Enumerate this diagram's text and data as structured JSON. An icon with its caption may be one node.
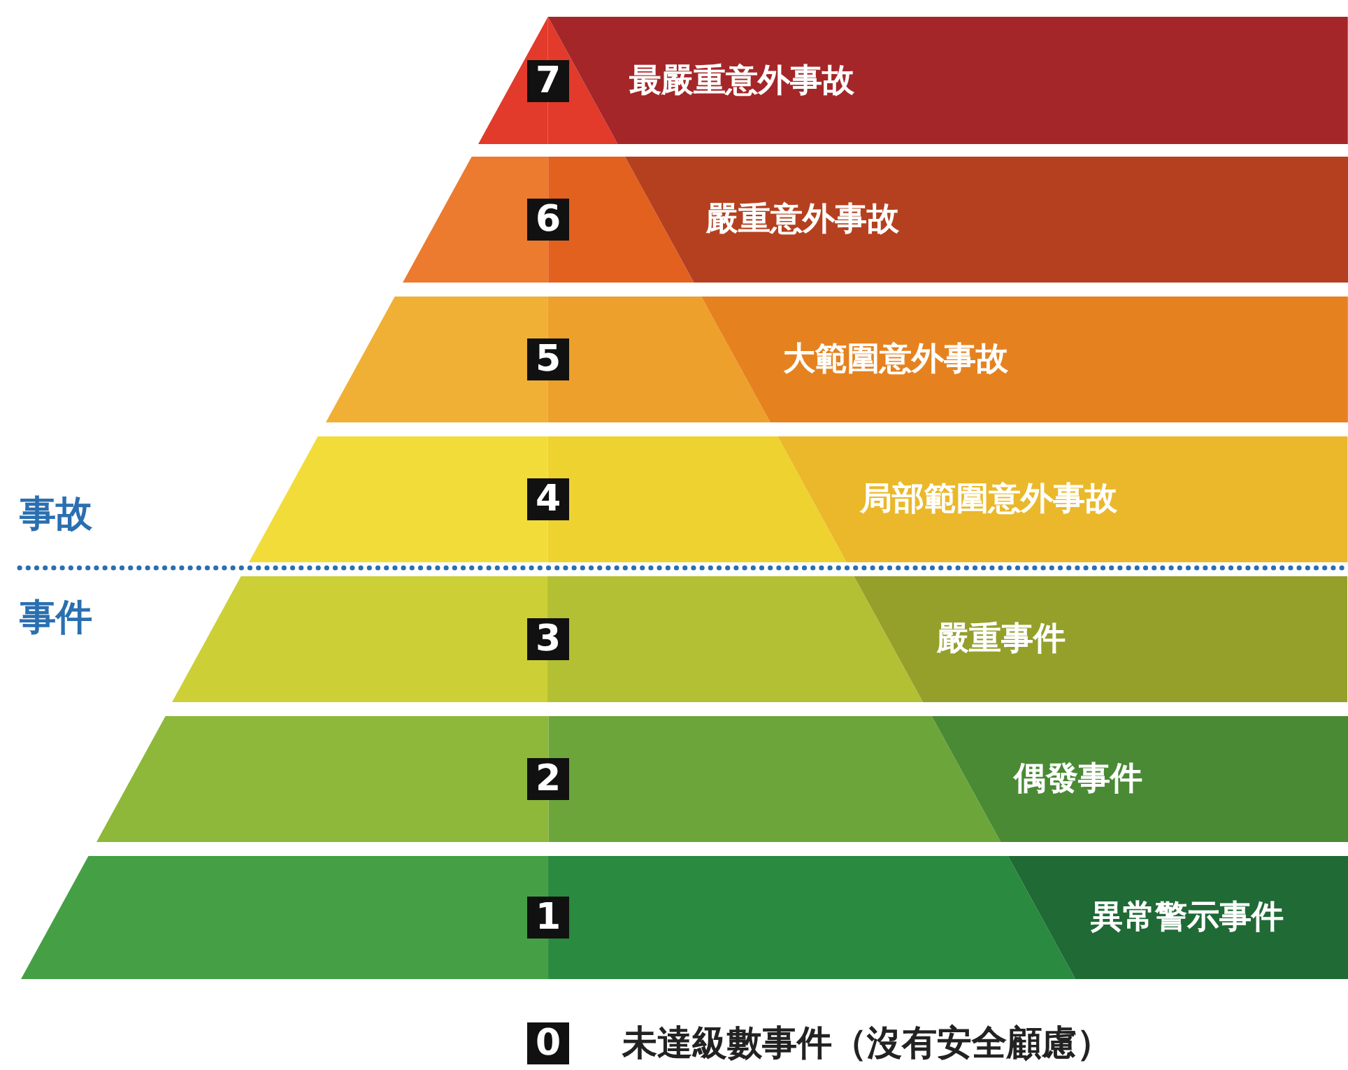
{
  "diagram": {
    "nodes": [
      {
        "text": [
          "7",
          "最嚴重意外事故"
        ]
      },
      {
        "text": [
          "6",
          "嚴重意外事故"
        ]
      },
      {
        "text": [
          "5",
          "大範圍意外事故"
        ]
      },
      {
        "text": [
          "4",
          "局部範圍意外事故"
        ]
      },
      {
        "text": [
          "3",
          "嚴重事件"
        ]
      },
      {
        "text": [
          "2",
          "偶發事件"
        ]
      },
      {
        "text": [
          "1",
          "異常警示事件"
        ]
      }
    ],
    "labels": [
      "事故",
      "事件",
      "0",
      "未達級數事件（沒有安全顧慮）"
    ]
  }
}
